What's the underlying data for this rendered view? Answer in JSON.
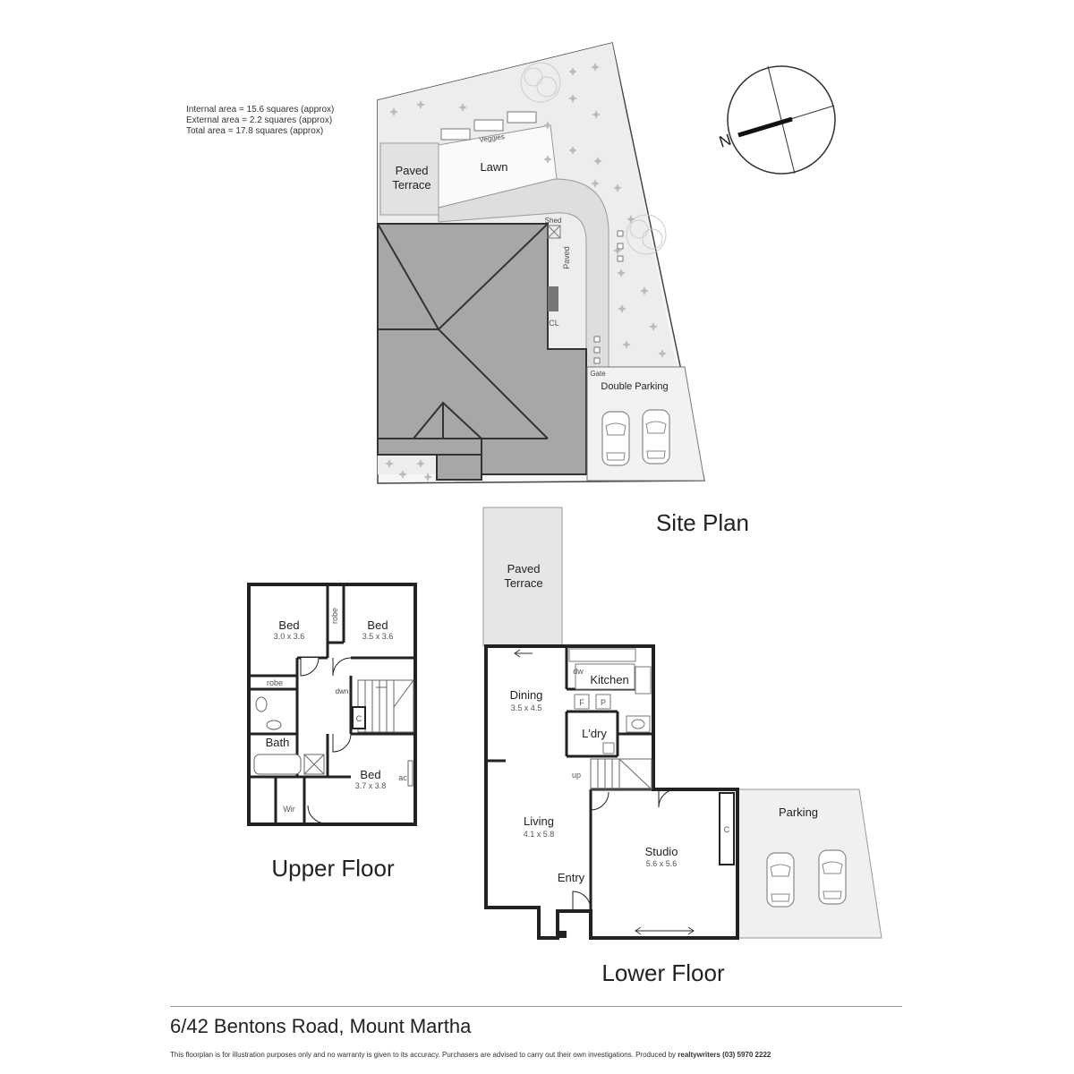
{
  "area_summary": [
    "Internal area = 15.6 squares (approx)",
    "External area = 2.2 squares (approx)",
    "Total area = 17.8 squares (approx)"
  ],
  "compass_label": "N",
  "site_plan": {
    "title": "Site  Plan",
    "paved_terrace": [
      "Paved",
      "Terrace"
    ],
    "lawn": "Lawn",
    "veggies": "Veggies",
    "shed": "Shed",
    "paved": "Paved",
    "clothesline": "CL",
    "gate": "Gate",
    "double_parking": "Double Parking"
  },
  "upper_floor": {
    "title": "Upper Floor",
    "bed1": {
      "name": "Bed",
      "dims": "3.0 x 3.6"
    },
    "bed2": {
      "name": "Bed",
      "dims": "3.5 x 3.6"
    },
    "bed3": {
      "name": "Bed",
      "dims": "3.7 x 3.8"
    },
    "robe1": "robe",
    "robe2": "robe",
    "dwn": "dwn",
    "cupboard": "C",
    "bath": "Bath",
    "wir": "Wir",
    "ac": "ac"
  },
  "lower_floor": {
    "title": "Lower Floor",
    "paved_terrace": [
      "Paved",
      "Terrace"
    ],
    "dining": {
      "name": "Dining",
      "dims": "3.5 x 4.5"
    },
    "kitchen": "Kitchen",
    "dw": "dw",
    "fridge": "F",
    "pantry": "P",
    "laundry": "L'dry",
    "up": "up",
    "living": {
      "name": "Living",
      "dims": "4.1 x 5.8"
    },
    "entry": "Entry",
    "studio": {
      "name": "Studio",
      "dims": "5.6 x 5.6"
    },
    "cupboard": "C",
    "parking": "Parking"
  },
  "address": "6/42 Bentons Road, Mount Martha",
  "disclaimer": "This floorplan is for illustration purposes only and no warranty is given to its accuracy. Purchasers are advised to carry out their own investigations. Produced by",
  "producer": "realtywriters",
  "phone": "(03) 5970 2222"
}
